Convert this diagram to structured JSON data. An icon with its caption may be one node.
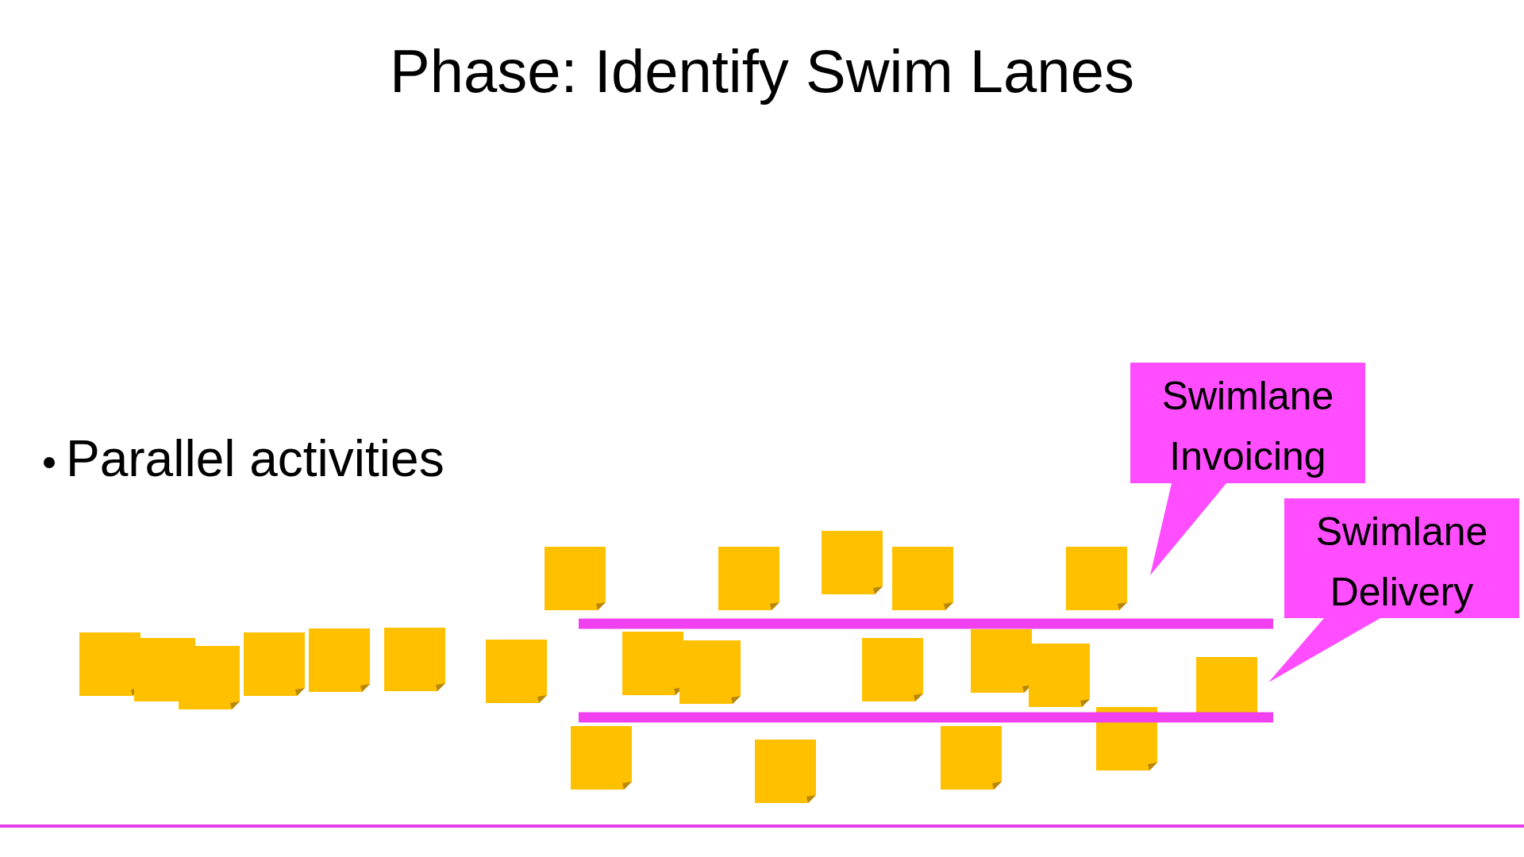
{
  "diagram": {
    "title": "Phase: Identify Swim Lanes",
    "nodes": [
      {
        "text": [
          "Swimlane Invoicing"
        ]
      },
      {
        "text": [
          "Swimlane Delivery"
        ]
      },
      {
        "text": [],
        "shape": "note"
      },
      {
        "text": [],
        "shape": "note"
      },
      {
        "text": [],
        "shape": "note"
      },
      {
        "text": [],
        "shape": "note"
      },
      {
        "text": [],
        "shape": "note"
      },
      {
        "text": [],
        "shape": "note"
      },
      {
        "text": [],
        "shape": "note"
      },
      {
        "text": [],
        "shape": "note"
      },
      {
        "text": [],
        "shape": "note"
      },
      {
        "text": [],
        "shape": "note"
      },
      {
        "text": [],
        "shape": "note"
      },
      {
        "text": [],
        "shape": "note"
      },
      {
        "text": [],
        "shape": "note"
      },
      {
        "text": [],
        "shape": "note"
      },
      {
        "text": [],
        "shape": "note"
      },
      {
        "text": [],
        "shape": "note"
      },
      {
        "text": [],
        "shape": "note"
      },
      {
        "text": [],
        "shape": "note"
      },
      {
        "text": [],
        "shape": "note"
      },
      {
        "text": [],
        "shape": "note"
      },
      {
        "text": [],
        "shape": "note"
      },
      {
        "text": [],
        "shape": "note"
      }
    ],
    "labels": [
      "Parallel activities"
    ]
  }
}
